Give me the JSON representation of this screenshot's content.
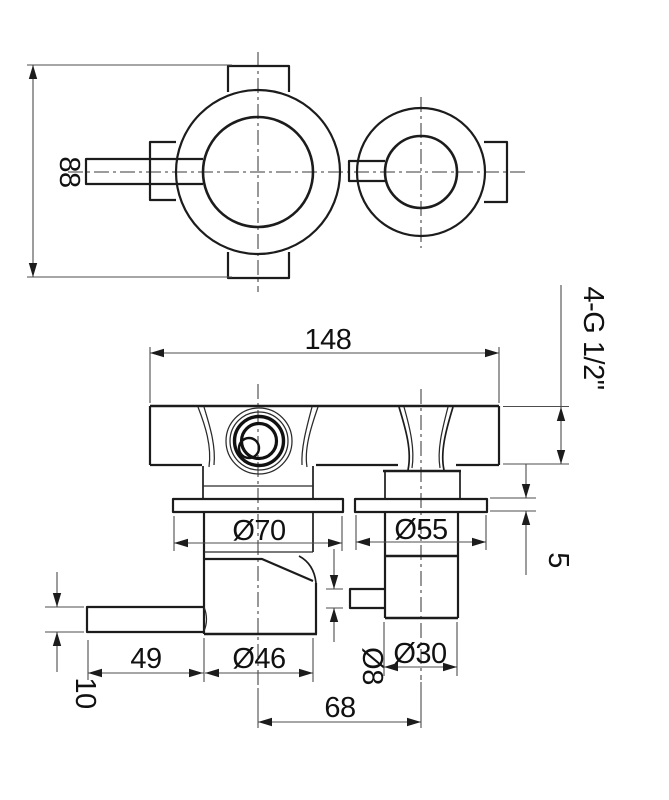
{
  "dimensions": {
    "top_depth": "88",
    "overall_width": "148",
    "left_escutcheon_dia": "Ø70",
    "right_escutcheon_dia": "Ø55",
    "thread_spec": "4-G 1/2\"",
    "escutcheon_thickness": "5",
    "lever_length": "49",
    "left_knob_dia": "Ø46",
    "pin_dia": "Ø8",
    "right_knob_dia": "Ø30",
    "knob_center_distance": "68",
    "lever_thickness": "10"
  }
}
